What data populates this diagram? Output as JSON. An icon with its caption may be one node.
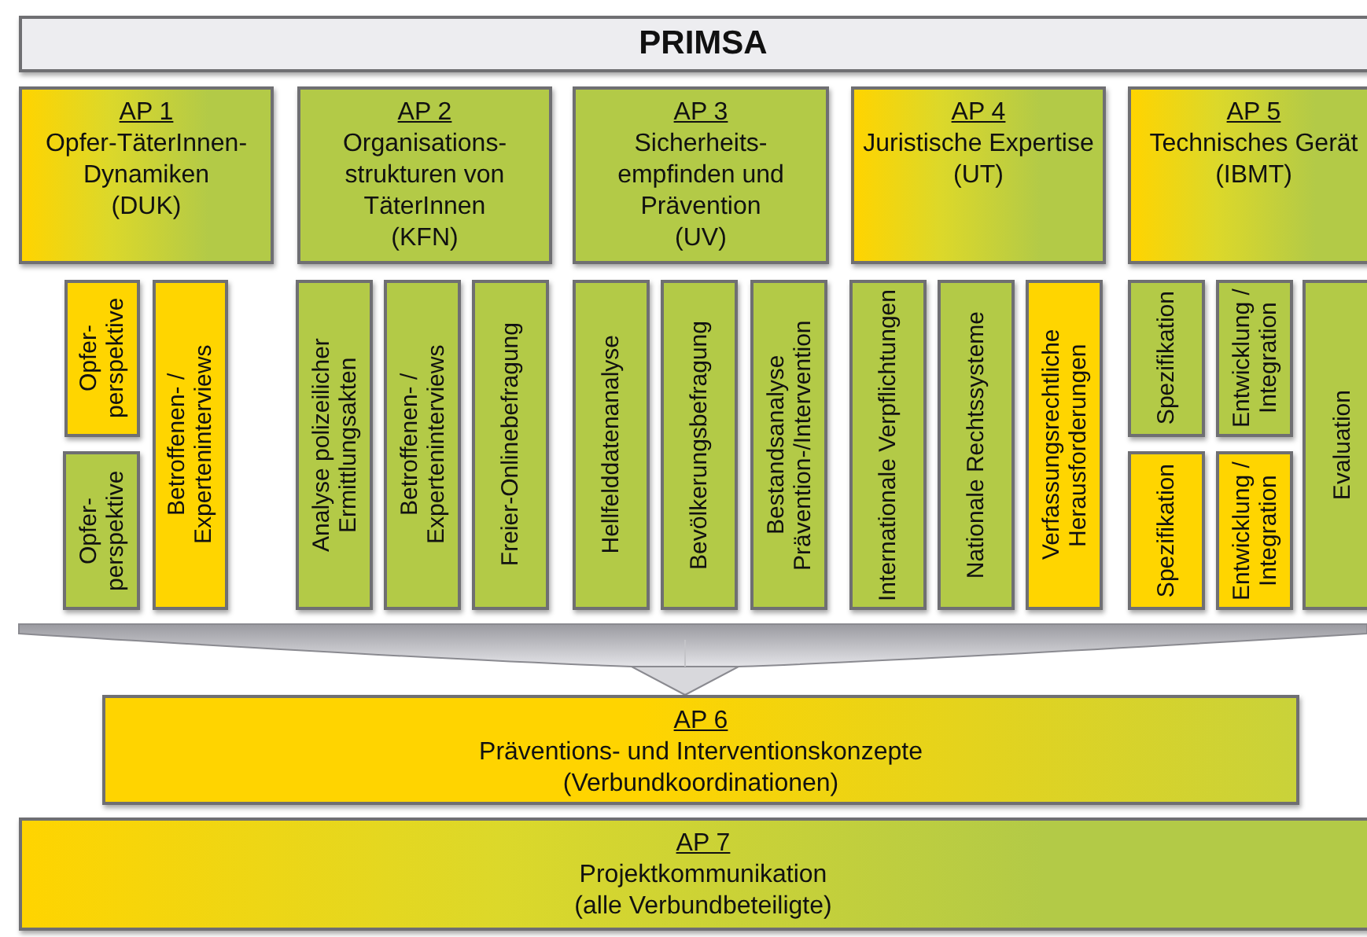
{
  "diagram": {
    "nodes": [
      {
        "text": [
          "PRIMSA"
        ]
      },
      {
        "text": [
          "AP 1",
          "Opfer-TäterInnen- Dynamiken",
          "(DUK)"
        ]
      },
      {
        "text": [
          "AP 2",
          "Organisations- strukturen von TäterInnen",
          "(KFN)"
        ]
      },
      {
        "text": [
          "AP 3",
          "Sicherheits- empfinden und Prävention",
          "(UV)"
        ]
      },
      {
        "text": [
          "AP 4",
          "Juristische Expertise",
          "(UT)"
        ]
      },
      {
        "text": [
          "AP 5",
          "Technisches Gerät",
          "(IBMT)"
        ]
      },
      {
        "text": [
          "Opfer- perspektive"
        ]
      },
      {
        "text": [
          "Opfer- perspektive"
        ]
      },
      {
        "text": [
          "Betroffenen- / Experteninterviews"
        ]
      },
      {
        "text": [
          "Analyse polizeilicher Ermittlungsakten"
        ]
      },
      {
        "text": [
          "Betroffenen- / Experteninterviews"
        ]
      },
      {
        "text": [
          "Freier-Onlinebefragung"
        ]
      },
      {
        "text": [
          "Hellfelddatenanalyse"
        ]
      },
      {
        "text": [
          "Bevölkerungsbefragung"
        ]
      },
      {
        "text": [
          "Bestandsanalyse Prävention-/Intervention"
        ]
      },
      {
        "text": [
          "Internationale Verpflichtungen"
        ]
      },
      {
        "text": [
          "Nationale Rechtssysteme"
        ]
      },
      {
        "text": [
          "Verfassungsrechtliche Herausforderungen"
        ]
      },
      {
        "text": [
          "Spezifikation"
        ]
      },
      {
        "text": [
          "Spezifikation"
        ]
      },
      {
        "text": [
          "Entwicklung / Integration"
        ]
      },
      {
        "text": [
          "Entwicklung / Integration"
        ]
      },
      {
        "text": [
          "Evaluation"
        ]
      },
      {
        "text": [
          "AP 6",
          "Präventions- und Interventionskonzepte",
          "(Verbundkoordinationen)"
        ]
      },
      {
        "text": [
          "AP 7",
          "Projektkommunikation",
          "(alle Verbundbeteiligte)"
        ]
      }
    ],
    "edges": [
      {
        "from": null,
        "to": 23,
        "arrow": "to"
      }
    ]
  }
}
